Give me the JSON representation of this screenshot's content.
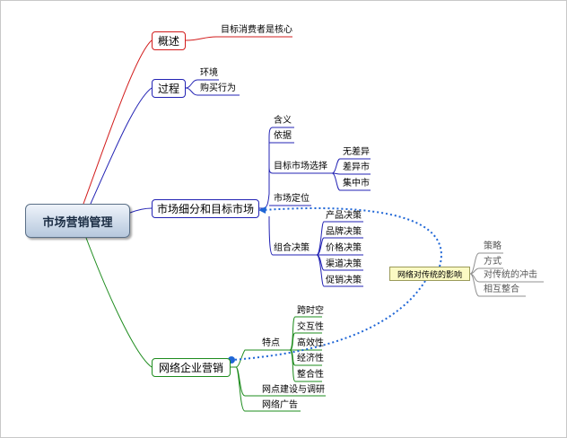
{
  "root": "市场营销管理",
  "branches": {
    "overview": {
      "label": "概述",
      "children": [
        "目标消费者是核心"
      ]
    },
    "process": {
      "label": "过程",
      "children": [
        "环境",
        "购买行为"
      ]
    },
    "segmentation": {
      "label": "市场细分和目标市场",
      "meaning": "含义",
      "basis": "依据",
      "target_selection": {
        "label": "目标市场选择",
        "children": [
          "无差异",
          "差异市",
          "集中市"
        ]
      },
      "positioning": "市场定位",
      "mix": {
        "label": "组合决策",
        "children": [
          "产品决策",
          "品牌决策",
          "价格决策",
          "渠道决策",
          "促销决策"
        ]
      }
    },
    "network": {
      "label": "网络企业营销",
      "features": {
        "label": "特点",
        "children": [
          "跨时空",
          "交互性",
          "高效性",
          "经济性",
          "整合性"
        ]
      },
      "site": "网点建设与调研",
      "ads": "网络广告"
    }
  },
  "callout": {
    "label": "网络对传统的影响",
    "children": [
      "策略",
      "方式",
      "对传统的冲击",
      "相互整合"
    ]
  },
  "colors": {
    "red": "#d21c1c",
    "blue": "#2323b4",
    "green": "#1e8c1e",
    "dotted": "#1f66d6"
  }
}
